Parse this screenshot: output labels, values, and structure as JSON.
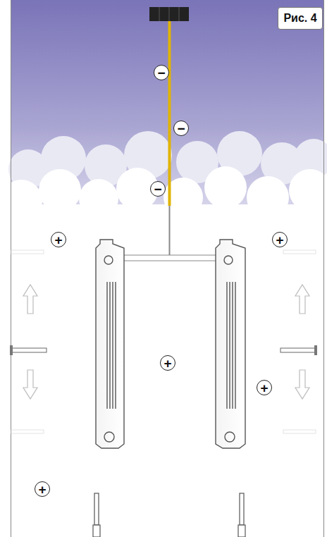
{
  "diagram": {
    "nodes": [
      {
        "text": [
          "Рис. 4"
        ]
      }
    ],
    "labels": [
      "−",
      "−",
      "−",
      "+",
      "+",
      "+",
      "+",
      "+"
    ]
  }
}
